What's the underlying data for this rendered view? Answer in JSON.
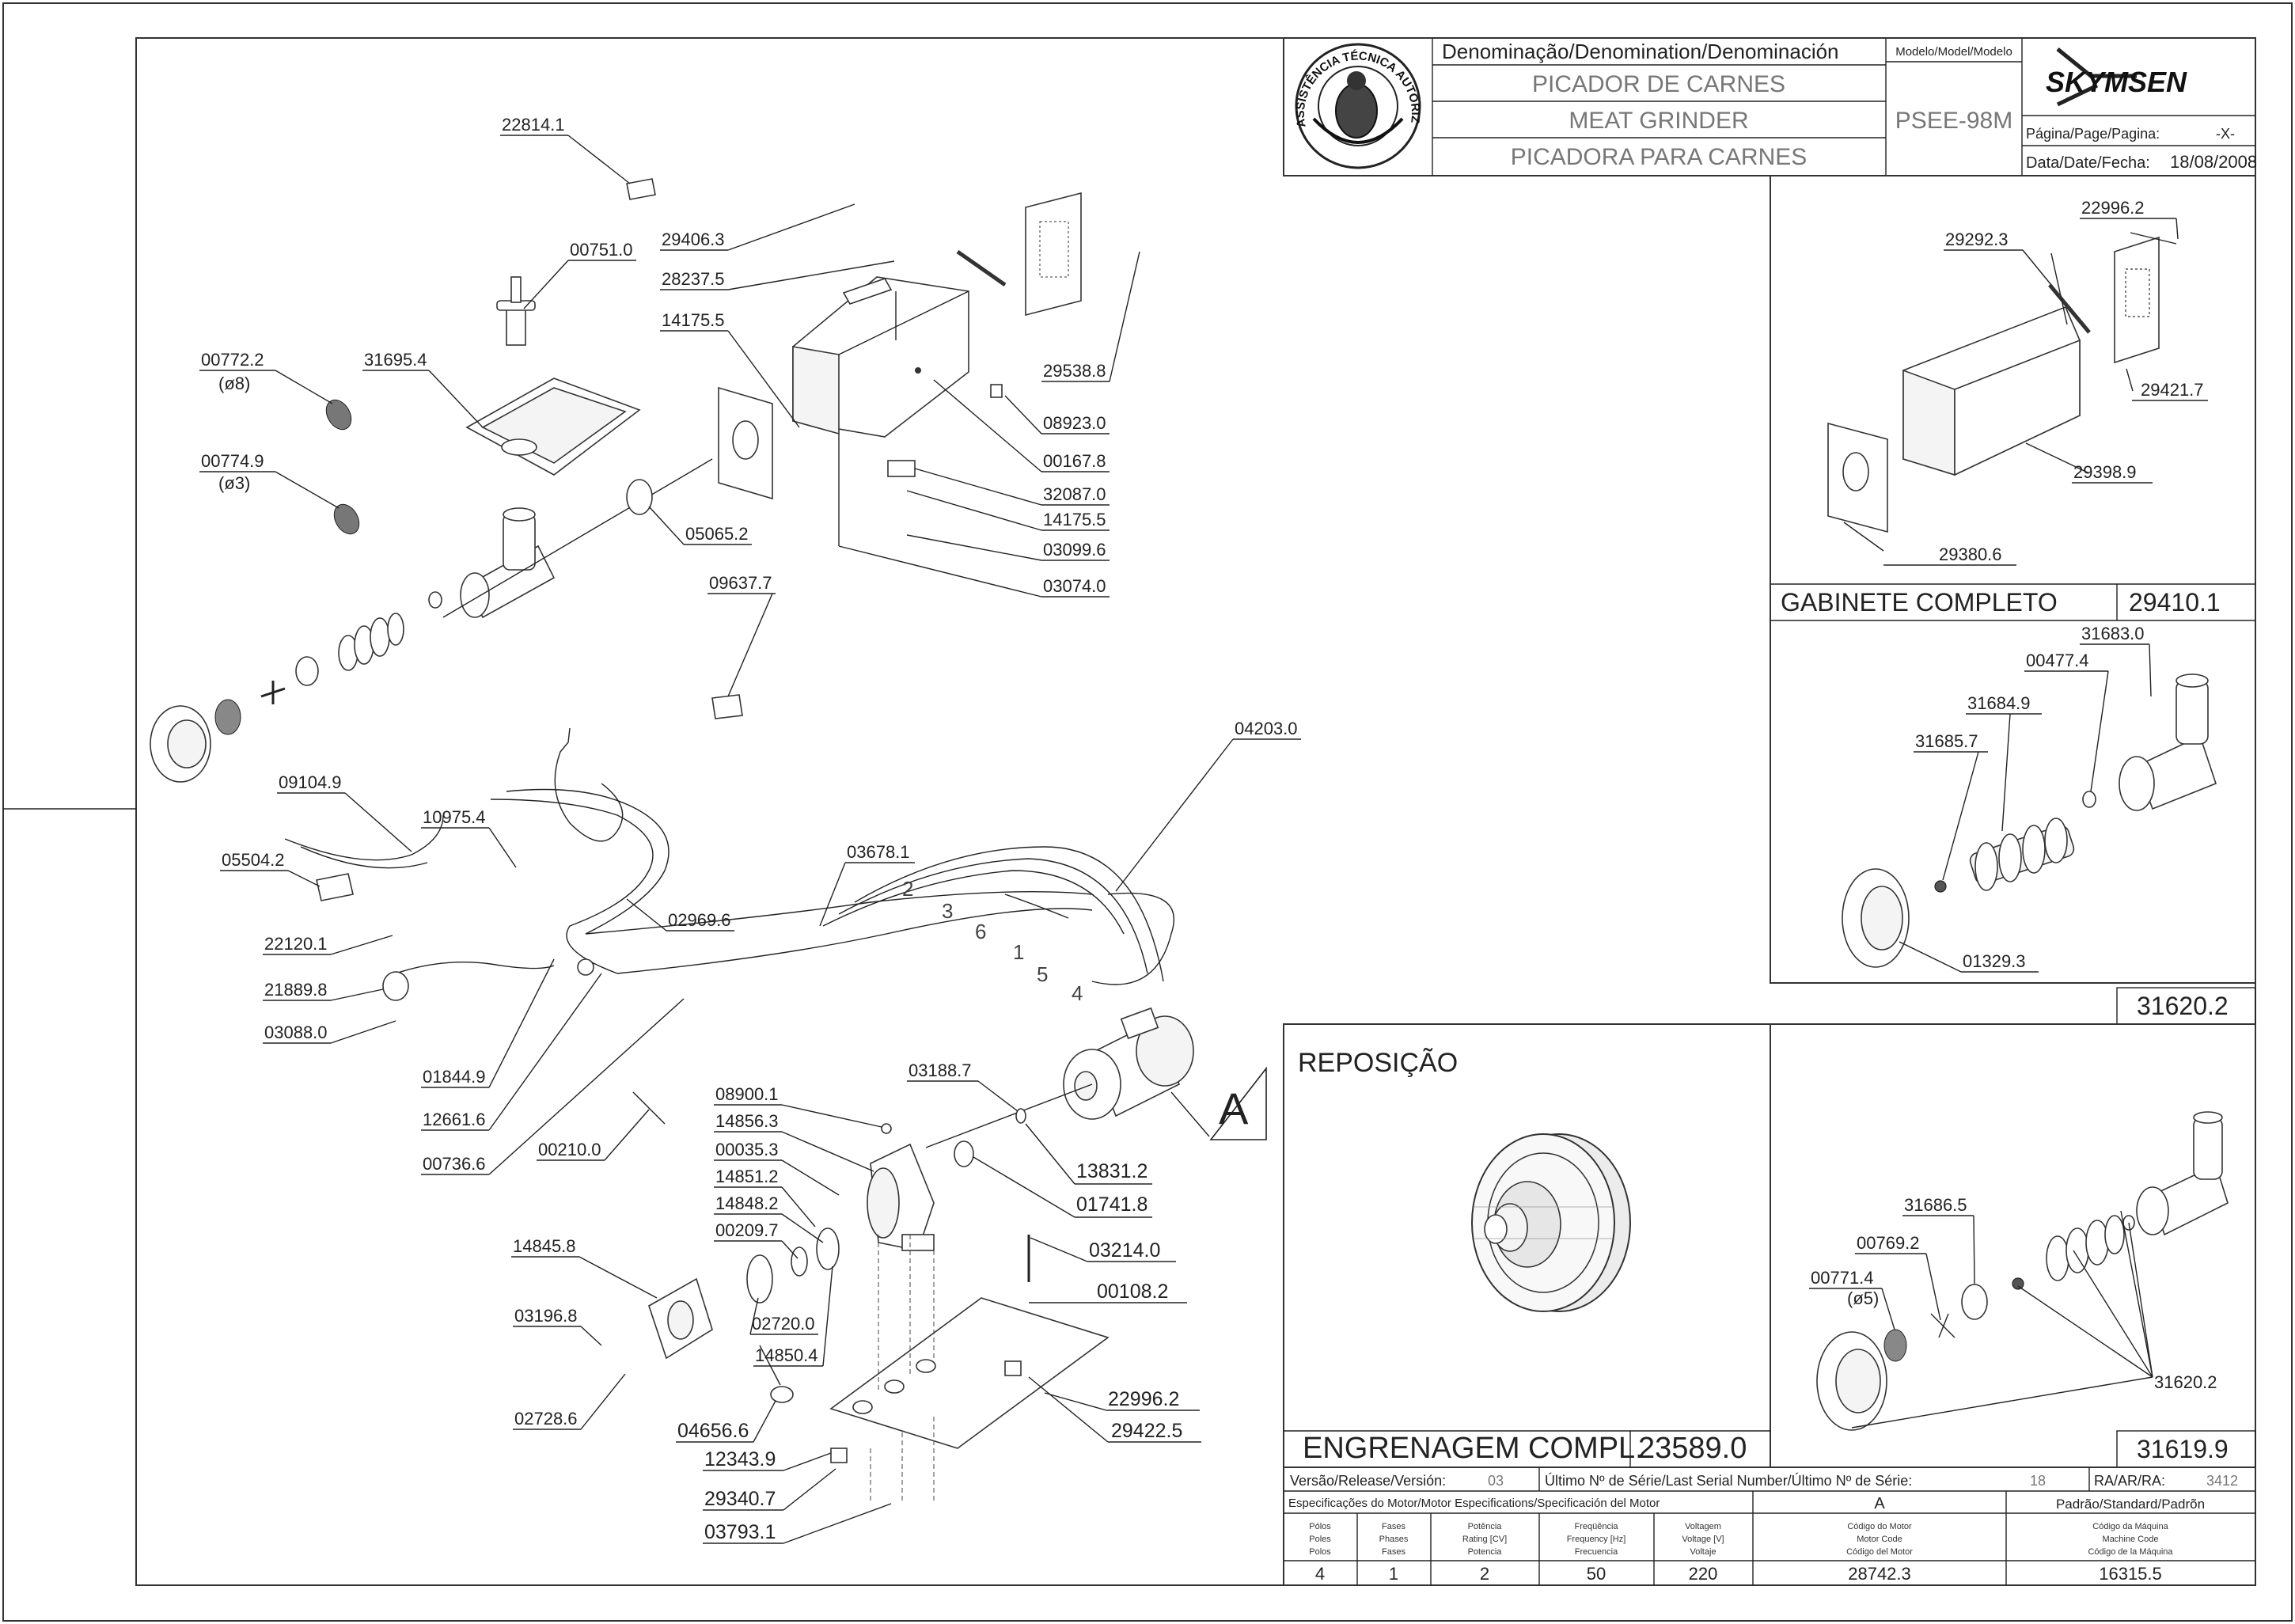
{
  "title_block": {
    "denomination_header": "Denominação/Denomination/Denominación",
    "name_pt": "PICADOR DE CARNES",
    "name_en": "MEAT GRINDER",
    "name_es": "PICADORA  PARA CARNES",
    "model_header": "Modelo/Model/Modelo",
    "model": "PSEE-98M",
    "brand": "SKYMSEN",
    "page_label": "Página/Page/Pagina:",
    "page_value": "-X-",
    "date_label": "Data/Date/Fecha:",
    "date_value": "18/08/2008",
    "seal_text": "ASSISTÊNCIA TÉCNICA AUTORIZADA"
  },
  "main_labels": {
    "l22814": "22814.1",
    "l00751": "00751.0",
    "l00772": "00772.2",
    "l00772d": "(ø8)",
    "l31695": "31695.4",
    "l00774": "00774.9",
    "l00774d": "(ø3)",
    "l29406": "29406.3",
    "l28237": "28237.5",
    "l14175a": "14175.5",
    "l29538": "29538.8",
    "l08923": "08923.0",
    "l00167": "00167.8",
    "l32087": "32087.0",
    "l14175b": "14175.5",
    "l03099": "03099.6",
    "l03074": "03074.0",
    "l05065": "05065.2",
    "l09637": "09637.7",
    "l04203": "04203.0",
    "l09104": "09104.9",
    "l10975": "10975.4",
    "l05504": "05504.2",
    "l03678": "03678.1",
    "l02969": "02969.6",
    "l22120": "22120.1",
    "l21889": "21889.8",
    "l03088": "03088.0",
    "l01844": "01844.9",
    "l12661": "12661.6",
    "l00736": "00736.6",
    "l00210": "00210.0",
    "l03188": "03188.7",
    "l08900": "08900.1",
    "l14856": "14856.3",
    "l00035": "00035.3",
    "l14851": "14851.2",
    "l14848": "14848.2",
    "l00209": "00209.7",
    "l13831": "13831.2",
    "l01741": "01741.8",
    "l14845": "14845.8",
    "l03214": "03214.0",
    "l00108": "00108.2",
    "l03196": "03196.8",
    "l02720": "02720.0",
    "l14850": "14850.4",
    "l02728": "02728.6",
    "l04656": "04656.6",
    "l22996b": "22996.2",
    "l29422": "29422.5",
    "l12343": "12343.9",
    "l29340": "29340.7",
    "l03793": "03793.1",
    "motor_ref": "A",
    "wire1": "1",
    "wire2": "2",
    "wire3": "3",
    "wire4": "4",
    "wire5": "5",
    "wire6": "6"
  },
  "cabinet_panel": {
    "l22996": "22996.2",
    "l29292": "29292.3",
    "l29421": "29421.7",
    "l29398": "29398.9",
    "l29380": "29380.6",
    "title": "GABINETE  COMPLETO",
    "code": "29410.1"
  },
  "assembly1_panel": {
    "l31683": "31683.0",
    "l00477": "00477.4",
    "l31684": "31684.9",
    "l31685": "31685.7",
    "l01329": "01329.3",
    "code": "31620.2"
  },
  "assembly2_panel": {
    "l31686": "31686.5",
    "l00769": "00769.2",
    "l00771": "00771.4",
    "l00771d": "(ø5)",
    "l31620": "31620.2",
    "code": "31619.9"
  },
  "reposicao_panel": {
    "title": "REPOSIÇÃO",
    "footer_label": "ENGRENAGEM  COMPL.",
    "footer_code": "23589.0"
  },
  "spec_table": {
    "version_label": "Versão/Release/Versión:",
    "version_value": "03",
    "serial_label": "Último Nº de Série/Last Serial Number/Último Nº de Série:",
    "serial_value": "18",
    "ra_label": "RA/AR/RA:",
    "ra_value": "3412",
    "motor_spec_label": "Especificações do Motor/Motor Especifications/Specificación del Motor",
    "motor_col": "A",
    "standard_label": "Padrão/Standard/Padrõn",
    "h_poles": [
      "Pólos",
      "Poles",
      "Polos"
    ],
    "h_phases": [
      "Fases",
      "Phases",
      "Fases"
    ],
    "h_power": [
      "Potência",
      "Rating [CV]",
      "Potencia"
    ],
    "h_freq": [
      "Freqüência",
      "Frequency [Hz]",
      "Frecuencia"
    ],
    "h_volt": [
      "Voltagem",
      "Voltage [V]",
      "Voltaje"
    ],
    "h_motor_code": [
      "Código do Motor",
      "Motor Code",
      "Código del Motor"
    ],
    "h_machine_code": [
      "Código da Máquina",
      "Machine Code",
      "Código de la Máquina"
    ],
    "v_poles": "4",
    "v_phases": "1",
    "v_power": "2",
    "v_freq": "50",
    "v_volt": "220",
    "v_motor_code": "28742.3",
    "v_machine_code": "16315.5"
  }
}
